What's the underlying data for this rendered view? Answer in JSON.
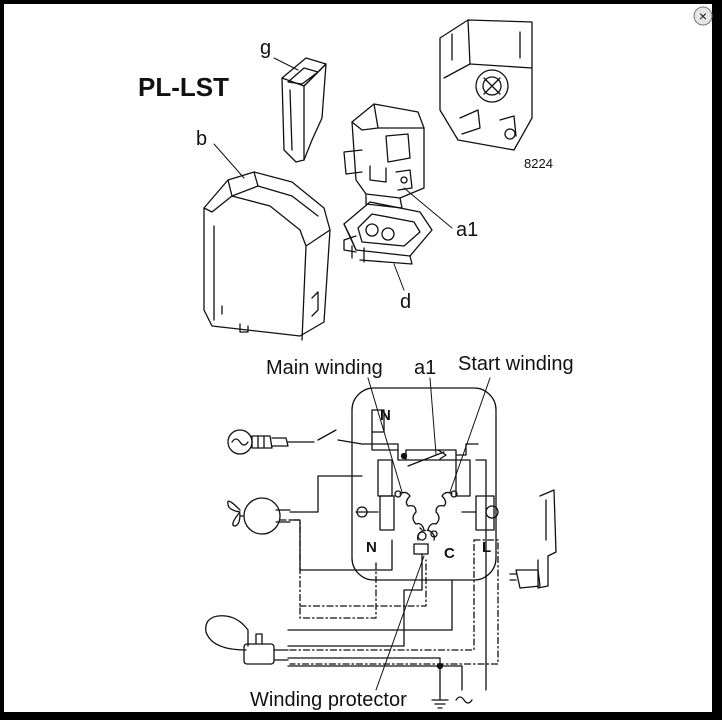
{
  "title": "PL-LST",
  "figure_number": "8224",
  "parts": {
    "g": "g",
    "b": "b",
    "a1": "a1",
    "d": "d"
  },
  "schematic": {
    "main_winding": "Main winding",
    "a1": "a1",
    "start_winding": "Start winding",
    "terminal_N_top": "N",
    "terminal_N": "N",
    "terminal_L": "L",
    "terminal_C": "C",
    "winding_protector": "Winding protector"
  },
  "close_icon": "×"
}
